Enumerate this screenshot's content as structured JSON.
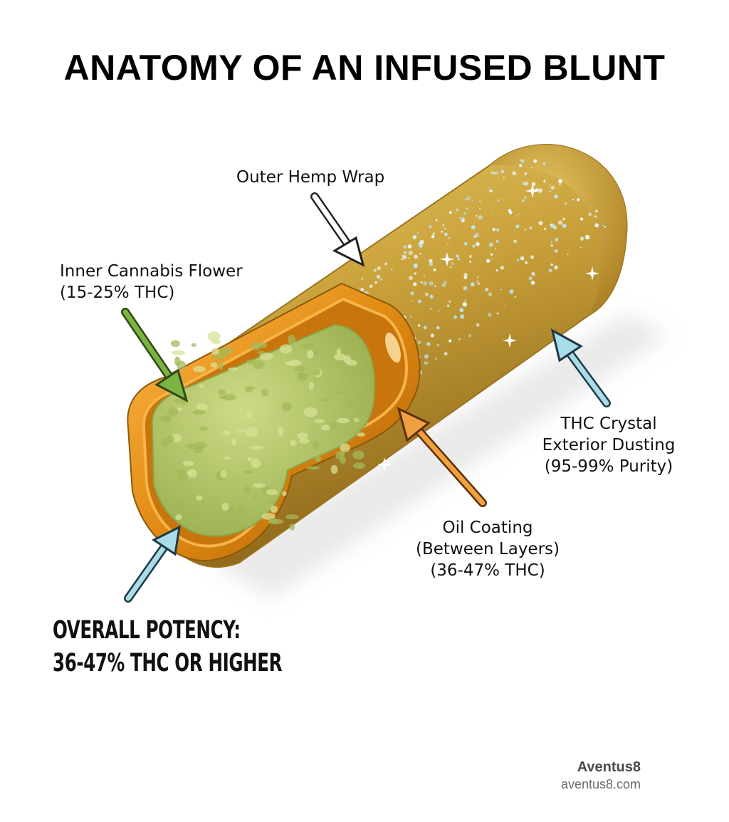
{
  "title": "ANATOMY OF AN INFUSED BLUNT",
  "labels": {
    "wrap": "Outer Hemp Wrap",
    "flower": [
      "Inner Cannabis Flower",
      "(15-25% THC)"
    ],
    "crystal": [
      "THC Crystal",
      "Exterior Dusting",
      "(95-99% Purity)"
    ],
    "oil": [
      "Oil Coating",
      "(Between Layers)",
      "(36-47% THC)"
    ]
  },
  "potency": [
    "OVERALL POTENCY:",
    "36-47% THC OR HIGHER"
  ],
  "brand": {
    "name": "Aventus8",
    "url": "aventus8.com"
  },
  "colors": {
    "wrap_gold": "#c9a13a",
    "oil_orange": "#e08a12",
    "flower_green": "#b5c96a",
    "arrow_green": "#7cb342",
    "arrow_orange": "#f0a040",
    "arrow_light_blue": "#a9dbe8"
  }
}
